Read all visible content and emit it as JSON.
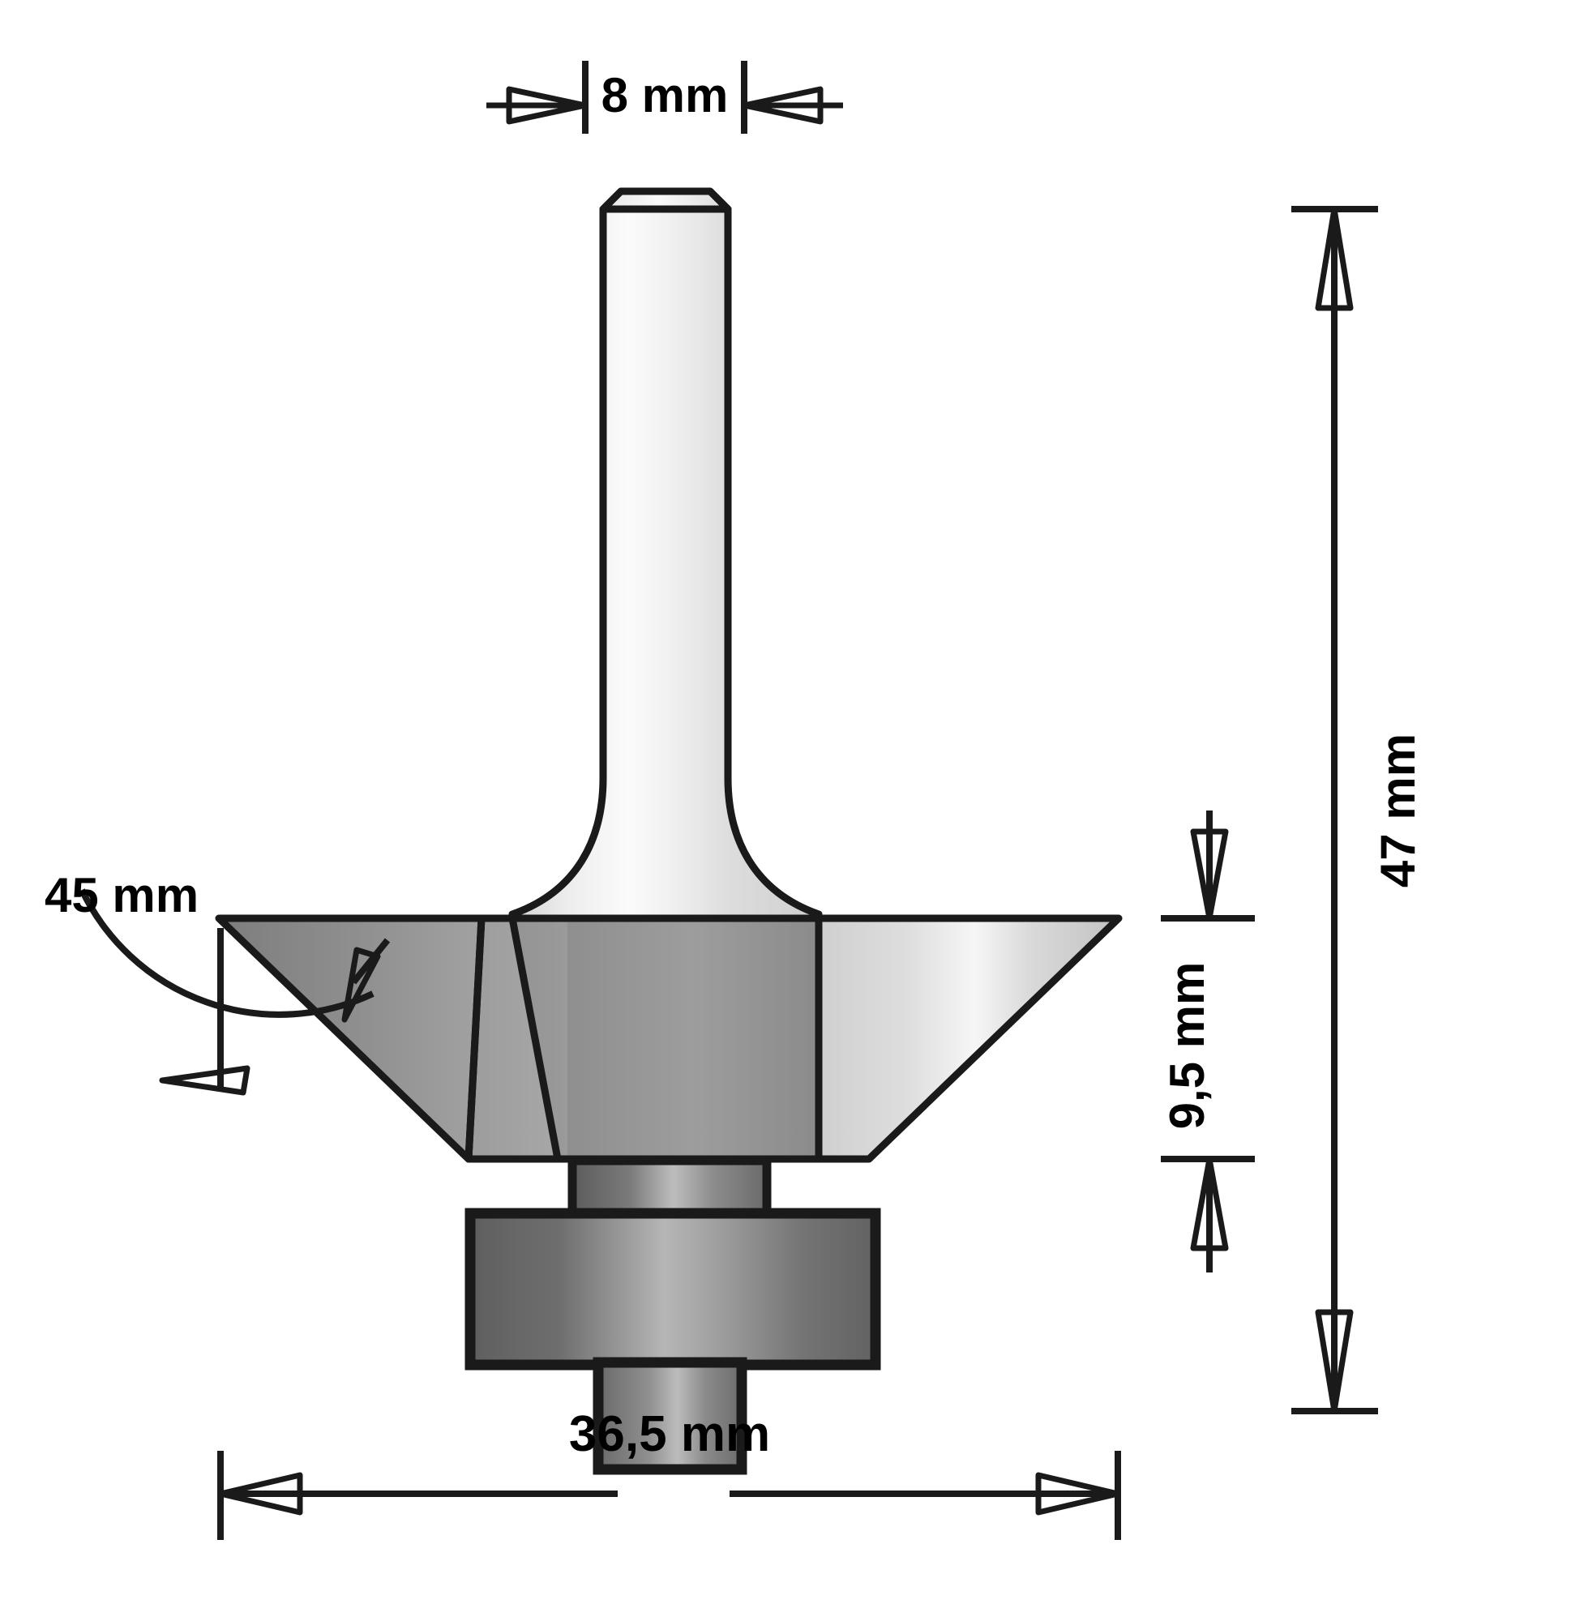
{
  "drawing": {
    "title": "Chamfer Router Bit Dimensioned Drawing",
    "background_color": "#ffffff",
    "line_color": "#1a1a1a",
    "units": "mm"
  },
  "dimensions": {
    "shank_diameter": {
      "label": "8 mm",
      "value": 8,
      "unit": "mm",
      "position": "top",
      "orientation": "horizontal",
      "name": "shank-diameter"
    },
    "overall_length": {
      "label": "47 mm",
      "value": 47,
      "unit": "mm",
      "position": "right-outer",
      "orientation": "vertical",
      "name": "overall-length"
    },
    "cutting_height": {
      "label": "9,5 mm",
      "value": 9.5,
      "unit": "mm",
      "position": "right-inner",
      "orientation": "vertical",
      "name": "cutting-height"
    },
    "cutting_angle": {
      "label": "45 mm",
      "value": 45,
      "unit": "mm",
      "position": "left",
      "orientation": "angular",
      "name": "cutting-angle"
    },
    "cutting_diameter": {
      "label": "36,5 mm",
      "value": 36.5,
      "unit": "mm",
      "position": "bottom",
      "orientation": "horizontal",
      "name": "cutting-diameter"
    }
  },
  "parts": {
    "shank": "shank",
    "fillet": "shank-fillet",
    "cutter_left_wing": "cutter-left-wing",
    "cutter_right_wing": "cutter-right-wing",
    "cutter_body": "cutter-body",
    "cutting_edge_a": "cutting-edge-a",
    "cutting_edge_b": "cutting-edge-b",
    "spacer": "bearing-spacer",
    "bearing": "guide-bearing",
    "screw": "bearing-screw"
  },
  "colors": {
    "outline": "#1a1a1a",
    "steel_light": "#f2f2f2",
    "steel_mid": "#c8c8c8",
    "steel_dark": "#8a8a8a",
    "bearing_dark": "#5e5e5e",
    "bearing_light": "#b9b9b9"
  }
}
